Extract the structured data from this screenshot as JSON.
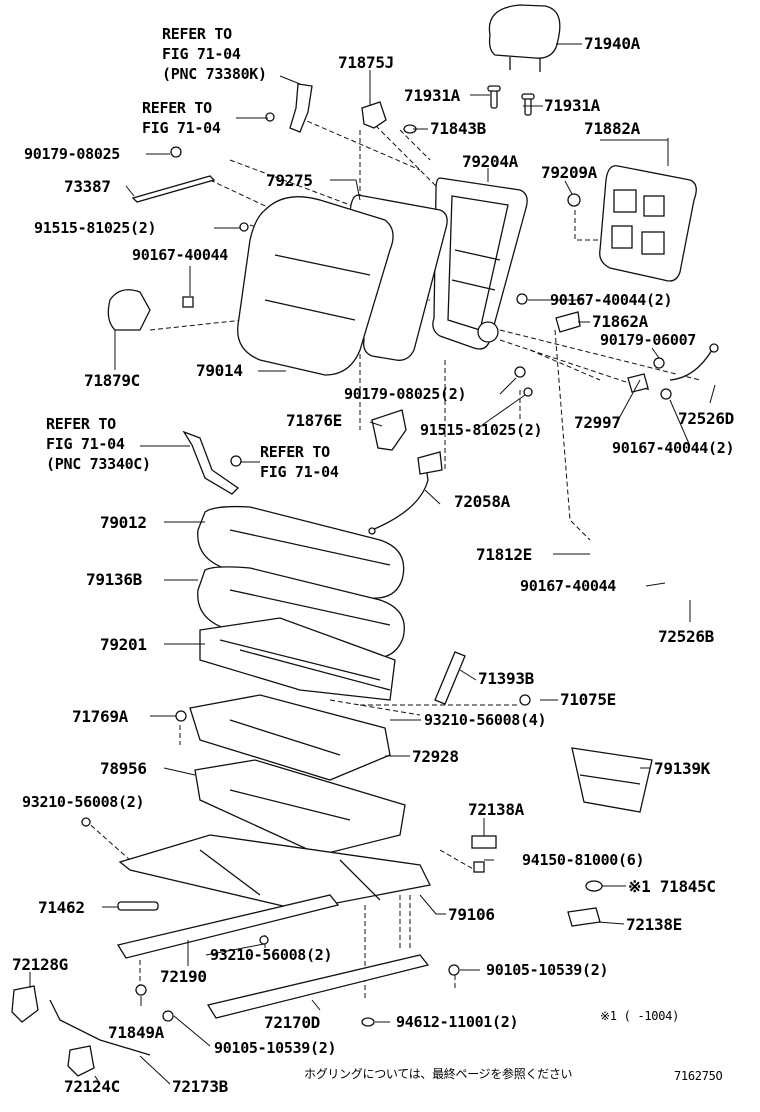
{
  "diagram": {
    "labels": {
      "p71940A": "71940A",
      "p71875J": "71875J",
      "p71931A_1": "71931A",
      "p71931A_2": "71931A",
      "p71843B": "71843B",
      "p71882A": "71882A",
      "p79204A": "79204A",
      "p79209A": "79209A",
      "p79275": "79275",
      "p73387": "73387",
      "p90179_08025_a": "90179-08025",
      "p91515_81025_2a": "91515-81025(2)",
      "p90167_40044_a": "90167-40044",
      "p90167_40044_2a": "90167-40044(2)",
      "p71862A": "71862A",
      "p90179_06007": "90179-06007",
      "p71879C": "71879C",
      "p79014": "79014",
      "p90179_08025_2": "90179-08025(2)",
      "p72997": "72997",
      "p72526D": "72526D",
      "p71876E": "71876E",
      "p91515_81025_2b": "91515-81025(2)",
      "p90167_40044_2b": "90167-40044(2)",
      "p72058A": "72058A",
      "p79012": "79012",
      "p71812E": "71812E",
      "p79136B": "79136B",
      "p90167_40044_b": "90167-40044",
      "p72526B": "72526B",
      "p79201": "79201",
      "p71393B": "71393B",
      "p71075E": "71075E",
      "p71769A": "71769A",
      "p93210_56008_4": "93210-56008(4)",
      "p72928": "72928",
      "p78956": "78956",
      "p79139K": "79139K",
      "p93210_56008_2a": "93210-56008(2)",
      "p72138A": "72138A",
      "p94150_81000_6": "94150-81000(6)",
      "p71845C": "※1 71845C",
      "p71462": "71462",
      "p79106": "79106",
      "p72138E": "72138E",
      "p93210_56008_2b": "93210-56008(2)",
      "p72128G": "72128G",
      "p72190": "72190",
      "p90105_10539_2a": "90105-10539(2)",
      "p71849A": "71849A",
      "p72170D": "72170D",
      "p94612_11001_2": "94612-11001(2)",
      "p90105_10539_2b": "90105-10539(2)",
      "p72124C": "72124C",
      "p72173B": "72173B"
    },
    "refer_notes": {
      "top_line1": "REFER TO",
      "top_line2": "FIG 71-04",
      "top_line3": "(PNC 73380K)",
      "mid_line1": "REFER TO",
      "mid_line2": "FIG 71-04",
      "left_line1": "REFER TO",
      "left_line2": "FIG 71-04",
      "left_line3": "(PNC 73340C)",
      "right_line1": "REFER TO",
      "right_line2": "FIG 71-04"
    },
    "footnote": "※1 (   -1004)",
    "japanese_note": "ホグリングについては、最終ページを参照ください",
    "figure_code": "716275O"
  }
}
